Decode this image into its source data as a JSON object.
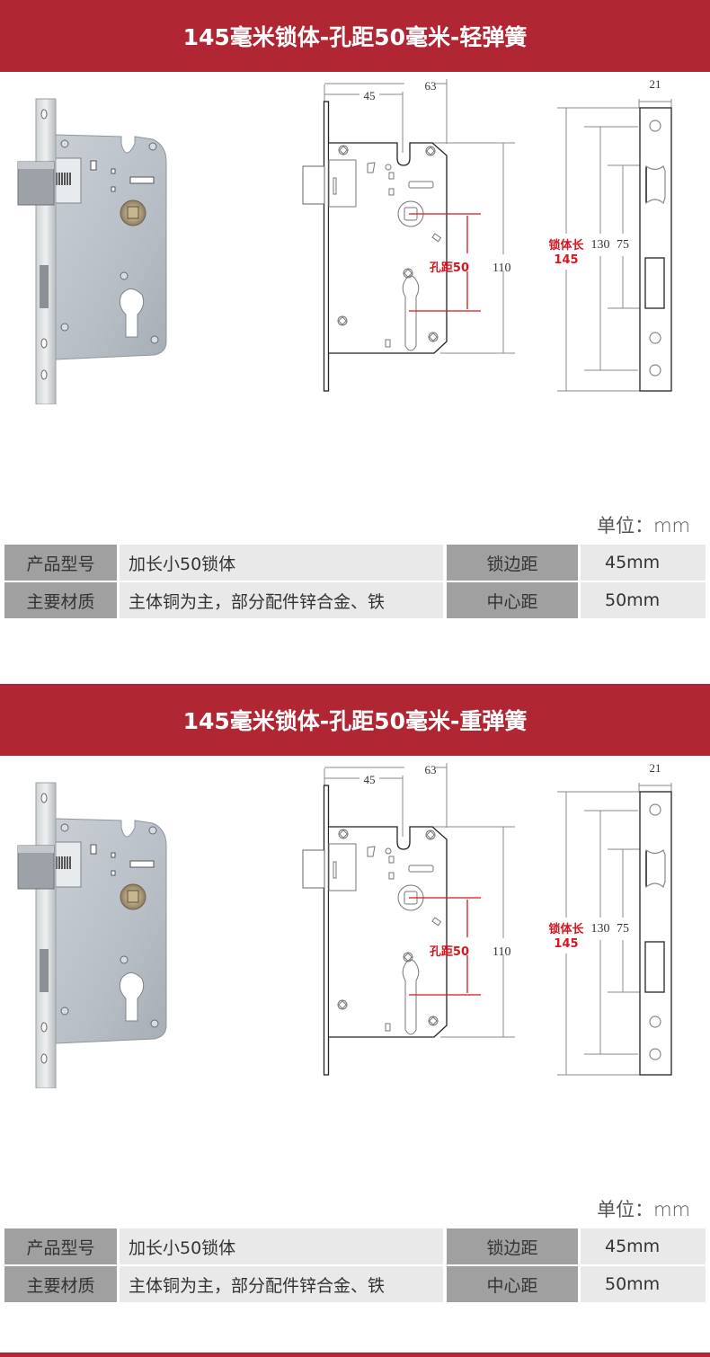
{
  "colors": {
    "banner": "#b02733",
    "label_cell": "#a0a0a0",
    "value_cell": "#e9e9e9",
    "dimension_accent": "#d9141f"
  },
  "sections": [
    {
      "title": "145毫米锁体-孔距50毫米-轻弹簧",
      "front_view": {
        "dim_63": "63",
        "dim_45": "45",
        "dim_110": "110",
        "hole_distance": "孔距50"
      },
      "side_view": {
        "dim_21": "21",
        "dim_130": "130",
        "dim_75": "75",
        "body_length_label": "锁体长",
        "body_length_value": "145"
      },
      "unit": "单位：mm",
      "table": {
        "rows": [
          {
            "label1": "产品型号",
            "value1": "加长小50锁体",
            "label2": "锁边距",
            "value2": "45mm"
          },
          {
            "label1": "主要材质",
            "value1": "主体铜为主，部分配件锌合金、铁",
            "label2": "中心距",
            "value2": "50mm"
          }
        ]
      }
    },
    {
      "title": "145毫米锁体-孔距50毫米-重弹簧",
      "front_view": {
        "dim_63": "63",
        "dim_45": "45",
        "dim_110": "110",
        "hole_distance": "孔距50"
      },
      "side_view": {
        "dim_21": "21",
        "dim_130": "130",
        "dim_75": "75",
        "body_length_label": "锁体长",
        "body_length_value": "145"
      },
      "unit": "单位：mm",
      "table": {
        "rows": [
          {
            "label1": "产品型号",
            "value1": "加长小50锁体",
            "label2": "锁边距",
            "value2": "45mm"
          },
          {
            "label1": "主要材质",
            "value1": "主体铜为主，部分配件锌合金、铁",
            "label2": "中心距",
            "value2": "50mm"
          }
        ]
      }
    }
  ]
}
